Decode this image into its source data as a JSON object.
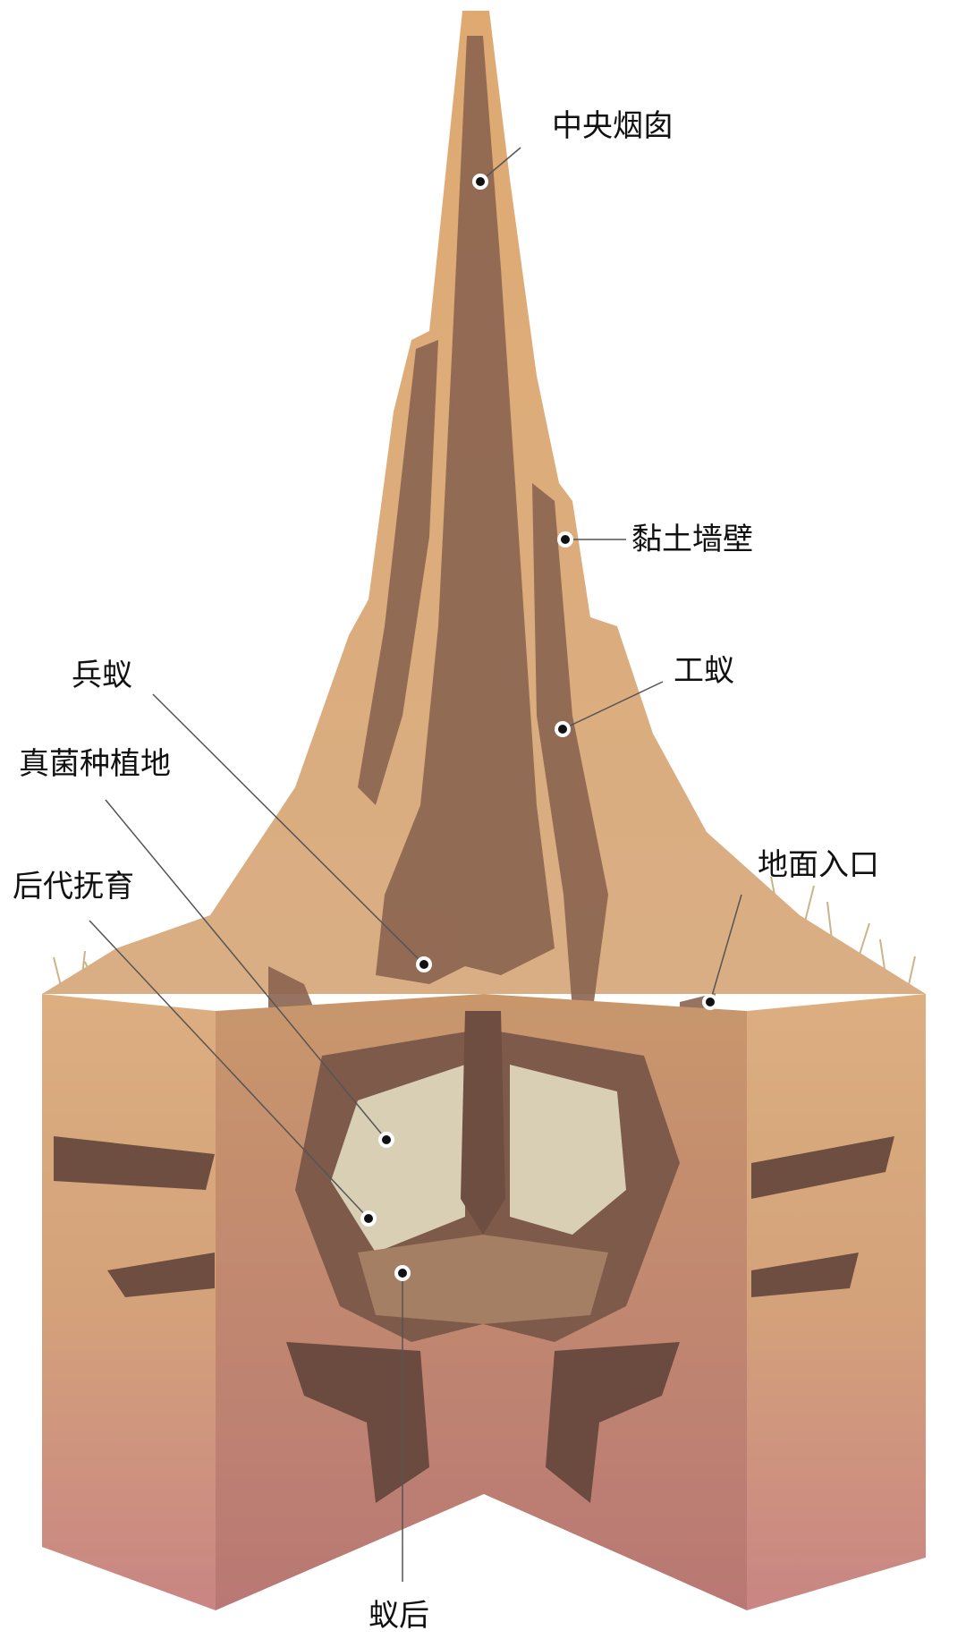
{
  "labels": {
    "chimney": "中央烟囱",
    "clay_wall": "黏土墙壁",
    "worker": "工蚁",
    "soldier": "兵蚁",
    "fungus": "真菌种植地",
    "nursery": "后代抚育",
    "entrance": "地面入口",
    "queen": "蚁后"
  },
  "colors": {
    "sand": "#d9a877",
    "tunnel": "#8b6450",
    "soil_bottom": "#c98583",
    "pin": "#111111"
  }
}
